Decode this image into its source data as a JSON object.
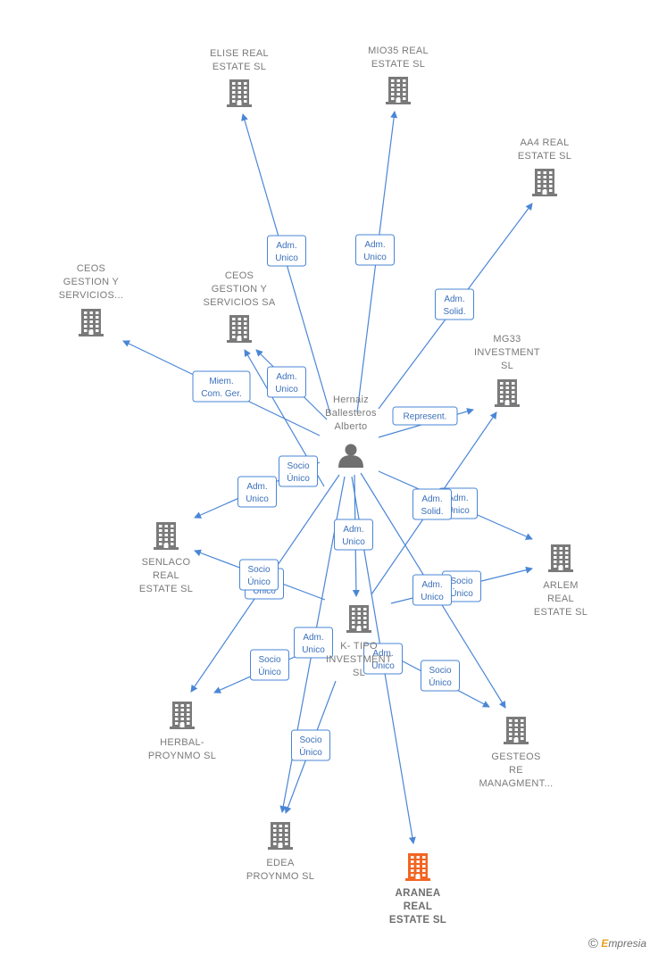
{
  "person": {
    "name_lines": [
      "Hernaiz",
      "Ballesteros",
      "Alberto"
    ]
  },
  "companies": [
    {
      "id": "elise",
      "lines": [
        "ELISE REAL",
        "ESTATE  SL"
      ]
    },
    {
      "id": "mio35",
      "lines": [
        "MIO35 REAL",
        "ESTATE  SL"
      ]
    },
    {
      "id": "aa4",
      "lines": [
        "AA4 REAL",
        "ESTATE  SL"
      ]
    },
    {
      "id": "ceos2",
      "lines": [
        "CEOS",
        "GESTION Y",
        "SERVICIOS..."
      ]
    },
    {
      "id": "ceos1",
      "lines": [
        "CEOS",
        "GESTION Y",
        "SERVICIOS SA"
      ]
    },
    {
      "id": "mg33",
      "lines": [
        "MG33",
        "INVESTMENT",
        "SL"
      ]
    },
    {
      "id": "senlaco",
      "lines": [
        "SENLACO",
        "REAL",
        "ESTATE  SL"
      ]
    },
    {
      "id": "ktipo",
      "lines": [
        "K- TIPO",
        "INVESTMENT",
        "SL"
      ]
    },
    {
      "id": "arlem",
      "lines": [
        "ARLEM",
        "REAL",
        "ESTATE  SL"
      ]
    },
    {
      "id": "herbal",
      "lines": [
        "HERBAL-",
        "PROYNMO  SL"
      ]
    },
    {
      "id": "gesteos",
      "lines": [
        "GESTEOS",
        "RE",
        "MANAGMENT..."
      ]
    },
    {
      "id": "edea",
      "lines": [
        "EDEA",
        "PROYNMO  SL"
      ]
    },
    {
      "id": "aranea",
      "lines": [
        "ARANEA",
        "REAL",
        "ESTATE  SL"
      ],
      "highlight": true
    }
  ],
  "edges": [
    {
      "from": "person",
      "to": "elise",
      "label": [
        "Adm.",
        "Unico"
      ]
    },
    {
      "from": "person",
      "to": "mio35",
      "label": [
        "Adm.",
        "Unico"
      ]
    },
    {
      "from": "person",
      "to": "aa4",
      "label": [
        "Adm.",
        "Solid."
      ]
    },
    {
      "from": "person",
      "to": "ceos2",
      "label": [
        "Miem.",
        "Com. Ger."
      ]
    },
    {
      "from": "person",
      "to": "ceos1",
      "label": [
        "Adm.",
        "Unico"
      ]
    },
    {
      "from": "person",
      "to": "mg33",
      "label": [
        "Represent."
      ]
    },
    {
      "from": "person",
      "to": "senlaco",
      "label": [
        "Adm.",
        "Unico"
      ]
    },
    {
      "from": "person",
      "to": "ceos1",
      "label": [
        "Socio",
        "Único"
      ]
    },
    {
      "from": "person",
      "to": "ktipo",
      "label": [
        "Adm.",
        "Unico"
      ]
    },
    {
      "from": "person",
      "to": "arlem",
      "label": [
        "Adm.",
        "Unico"
      ]
    },
    {
      "from": "person",
      "to": "herbal",
      "label": [
        "Socio",
        "Único"
      ]
    },
    {
      "from": "person",
      "to": "edea",
      "label": [
        "Adm.",
        "Unico"
      ]
    },
    {
      "from": "person",
      "to": "aranea",
      "label": [
        "Adm.",
        "Unico"
      ]
    },
    {
      "from": "person",
      "to": "gesteos",
      "label": [
        "Socio",
        "Único"
      ]
    },
    {
      "from": "ktipo",
      "to": "mg33",
      "label": [
        "Adm.",
        "Solid."
      ]
    },
    {
      "from": "ktipo",
      "to": "senlaco",
      "label": [
        "Socio",
        "Único"
      ]
    },
    {
      "from": "ktipo",
      "to": "arlem",
      "label": [
        "Socio",
        "Único"
      ]
    },
    {
      "from": "ktipo",
      "to": "herbal",
      "label": [
        "Socio",
        "Único"
      ]
    },
    {
      "from": "ktipo",
      "to": "edea",
      "label": [
        "Socio",
        "Único"
      ]
    },
    {
      "from": "ktipo",
      "to": "gesteos",
      "label": [
        "Adm.",
        "Unico"
      ]
    }
  ],
  "colors": {
    "edge": "#4a86d6",
    "node": "#7a7a7a",
    "highlight": "#f26522"
  },
  "brand": {
    "symbol": "©",
    "initial": "E",
    "rest": "mpresia"
  }
}
